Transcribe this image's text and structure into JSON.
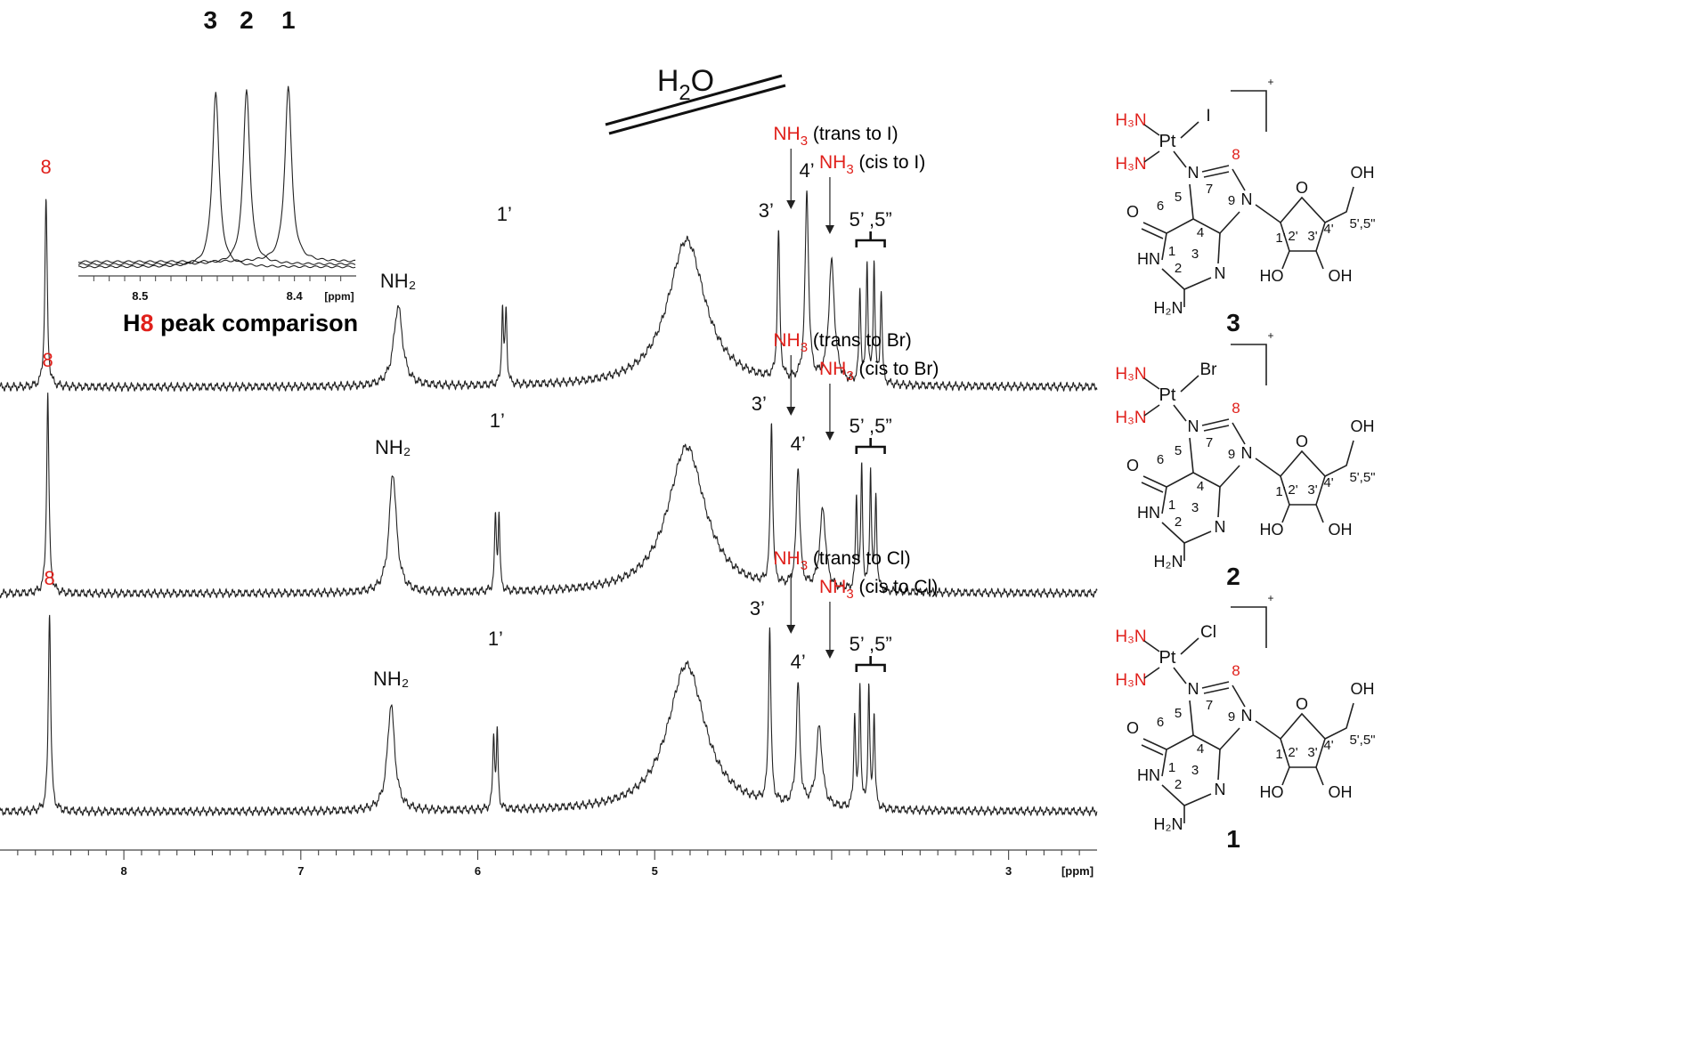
{
  "chart_data": {
    "type": "line",
    "title": "",
    "xlabel": "[ppm]",
    "xlim": [
      8.7,
      2.5
    ],
    "x_ticks": [
      "8",
      "7",
      "6",
      "5",
      "3"
    ],
    "series": [
      {
        "compound": "3",
        "peaks": [
          {
            "ppm": 8.44,
            "height": 0.7,
            "width": 0.008,
            "label": "8",
            "label_red": true
          },
          {
            "ppm": 6.45,
            "height": 0.3,
            "width": 0.03,
            "label": "NH₂"
          },
          {
            "ppm": 5.85,
            "height": 0.55,
            "width": 0.006,
            "label": "1’",
            "doublet": 0.02
          },
          {
            "ppm": 4.3,
            "height": 0.55,
            "width": 0.008,
            "label": "3’"
          },
          {
            "ppm": 4.14,
            "height": 0.7,
            "width": 0.012,
            "label": "4’"
          },
          {
            "ppm": 4.0,
            "height": 0.45,
            "width": 0.02
          },
          {
            "ppm": 3.84,
            "height": 0.35,
            "width": 0.006
          },
          {
            "ppm": 3.8,
            "height": 0.45,
            "width": 0.006
          },
          {
            "ppm": 3.76,
            "height": 0.45,
            "width": 0.006
          },
          {
            "ppm": 3.72,
            "height": 0.35,
            "width": 0.006
          }
        ],
        "annotations": {
          "nh3_trans_text": "(trans to I)",
          "nh3_cis_text": "(cis to I)",
          "h5_label": "5’ ,5”"
        }
      },
      {
        "compound": "2",
        "peaks": [
          {
            "ppm": 8.43,
            "height": 0.75,
            "width": 0.008,
            "label": "8",
            "label_red": true
          },
          {
            "ppm": 6.48,
            "height": 0.45,
            "width": 0.025,
            "label": "NH₂"
          },
          {
            "ppm": 5.89,
            "height": 0.55,
            "width": 0.006,
            "label": "1’",
            "doublet": 0.02
          },
          {
            "ppm": 4.34,
            "height": 0.6,
            "width": 0.008,
            "label": "3’"
          },
          {
            "ppm": 4.19,
            "height": 0.45,
            "width": 0.012,
            "label": "4’"
          },
          {
            "ppm": 4.05,
            "height": 0.3,
            "width": 0.02
          },
          {
            "ppm": 3.86,
            "height": 0.35,
            "width": 0.006
          },
          {
            "ppm": 3.83,
            "height": 0.45,
            "width": 0.006
          },
          {
            "ppm": 3.78,
            "height": 0.45,
            "width": 0.006
          },
          {
            "ppm": 3.75,
            "height": 0.35,
            "width": 0.006
          }
        ],
        "annotations": {
          "nh3_trans_text": "(trans to Br)",
          "nh3_cis_text": "(cis to Br)",
          "h5_label": "5’ ,5”"
        }
      },
      {
        "compound": "1",
        "peaks": [
          {
            "ppm": 8.42,
            "height": 0.75,
            "width": 0.008,
            "label": "8",
            "label_red": true
          },
          {
            "ppm": 6.49,
            "height": 0.4,
            "width": 0.025,
            "label": "NH₂"
          },
          {
            "ppm": 5.9,
            "height": 0.55,
            "width": 0.006,
            "label": "1’",
            "doublet": 0.02
          },
          {
            "ppm": 4.35,
            "height": 0.65,
            "width": 0.008,
            "label": "3’"
          },
          {
            "ppm": 4.19,
            "height": 0.45,
            "width": 0.012,
            "label": "4’"
          },
          {
            "ppm": 4.07,
            "height": 0.3,
            "width": 0.02
          },
          {
            "ppm": 3.87,
            "height": 0.35,
            "width": 0.006
          },
          {
            "ppm": 3.84,
            "height": 0.45,
            "width": 0.006
          },
          {
            "ppm": 3.79,
            "height": 0.45,
            "width": 0.006
          },
          {
            "ppm": 3.76,
            "height": 0.35,
            "width": 0.006
          }
        ],
        "annotations": {
          "nh3_trans_text": "(trans to Cl)",
          "nh3_cis_text": "(cis to Cl)",
          "h5_label": "5’ ,5”"
        }
      }
    ],
    "water_label": "H",
    "water_sub": "2",
    "water_tail": "O",
    "nh3_label": "NH",
    "nh3_sub": "3",
    "inset": {
      "xlim": [
        8.54,
        8.36
      ],
      "x_ticks": [
        "8.5",
        "8.4"
      ],
      "xlabel": "[ppm]",
      "peaks": [
        {
          "ppm": 8.451,
          "label": "3"
        },
        {
          "ppm": 8.431,
          "label": "2"
        },
        {
          "ppm": 8.404,
          "label": "1"
        }
      ],
      "title_pre": "H",
      "title_red": "8",
      "title_post": " peak comparison"
    }
  },
  "structures": [
    {
      "compound": "3",
      "halide": "I"
    },
    {
      "compound": "2",
      "halide": "Br"
    },
    {
      "compound": "1",
      "halide": "Cl"
    }
  ],
  "structure_labels": {
    "h3n": "H₃N",
    "pt": "Pt",
    "charge": "+",
    "oh": "OH",
    "ho": "HO",
    "o": "O",
    "n": "N",
    "hn": "HN",
    "h2n": "H₂N",
    "h5": "5',5\"",
    "pos8": "8",
    "nums": [
      "7",
      "9",
      "5",
      "4",
      "6",
      "1",
      "2",
      "3",
      "1'",
      "2'",
      "3'",
      "4'"
    ]
  }
}
